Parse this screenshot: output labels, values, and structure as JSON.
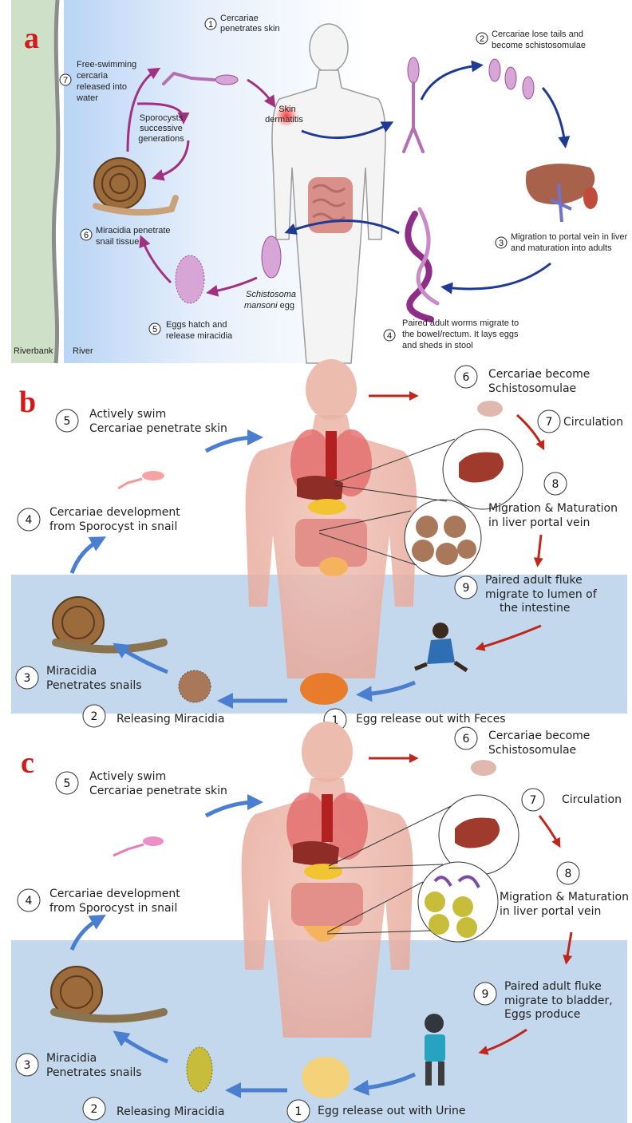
{
  "panel_a": {
    "label": "a",
    "riverbank": "Riverbank",
    "river": "River",
    "skin_label": "Skin",
    "dermatitis_label": "dermatitis",
    "sporocyst_1": "Sporocysts",
    "sporocyst_2": "successive",
    "sporocyst_3": "generations",
    "egg_label_italic_1": "Schistosoma",
    "egg_label_italic_2": "mansoni",
    "egg_label_rest": " egg",
    "steps": [
      {
        "n": "1",
        "l1": "Cercariae",
        "l2": "penetrates skin",
        "l3": ""
      },
      {
        "n": "2",
        "l1": "Cercariae lose tails and",
        "l2": "become schistosomulae",
        "l3": ""
      },
      {
        "n": "3",
        "l1": "Migration to portal vein in liver",
        "l2": "and maturation into adults",
        "l3": ""
      },
      {
        "n": "4",
        "l1": "Paired adult worms migrate to",
        "l2": "the bowel/rectum. It lays eggs",
        "l3": "and sheds in stool"
      },
      {
        "n": "5",
        "l1": "Eggs hatch and",
        "l2": "release miracidia",
        "l3": ""
      },
      {
        "n": "6",
        "l1": "Miracidia penetrate",
        "l2": "snail tissue",
        "l3": ""
      },
      {
        "n": "7",
        "l1": "Free-swimming",
        "l2": "cercaria",
        "l3": "released into"
      }
    ],
    "step7_l4": "water"
  },
  "panel_b": {
    "label": "b",
    "steps": [
      {
        "n": "1",
        "l1": "Egg release out with Feces",
        "l2": ""
      },
      {
        "n": "2",
        "l1": "Releasing Miracidia",
        "l2": ""
      },
      {
        "n": "3",
        "l1": "Miracidia",
        "l2": "Penetrates snails"
      },
      {
        "n": "4",
        "l1": "Cercariae development",
        "l2": "from Sporocyst in snail"
      },
      {
        "n": "5",
        "l1": "Actively swim",
        "l2": "Cercariae penetrate skin"
      },
      {
        "n": "6",
        "l1": "Cercariae  become",
        "l2": "Schistosomulae"
      },
      {
        "n": "7",
        "l1": "Circulation",
        "l2": ""
      },
      {
        "n": "8",
        "l1": "Migration & Maturation",
        "l2": "in liver portal vein"
      },
      {
        "n": "9",
        "l1": "Paired adult fluke",
        "l2": "migrate to lumen of",
        "l3": "the intestine"
      }
    ]
  },
  "panel_c": {
    "label": "c",
    "steps": [
      {
        "n": "1",
        "l1": "Egg release out with Urine",
        "l2": ""
      },
      {
        "n": "2",
        "l1": "Releasing Miracidia",
        "l2": ""
      },
      {
        "n": "3",
        "l1": "Miracidia",
        "l2": "Penetrates snails"
      },
      {
        "n": "4",
        "l1": "Cercariae development",
        "l2": "from Sporocyst in snail"
      },
      {
        "n": "5",
        "l1": "Actively swim",
        "l2": "Cercariae penetrate skin"
      },
      {
        "n": "6",
        "l1": "Cercariae  become",
        "l2": "Schistosomulae"
      },
      {
        "n": "7",
        "l1": "Circulation",
        "l2": ""
      },
      {
        "n": "8",
        "l1": "Migration & Maturation",
        "l2": "in liver portal vein"
      },
      {
        "n": "9",
        "l1": "Paired adult fluke",
        "l2": "migrate to bladder,",
        "l3": "Eggs produce"
      }
    ]
  },
  "colors": {
    "panel_label": "#d21a1a",
    "arrow_blue_a": "#1f3a93",
    "arrow_magenta": "#a1307e",
    "arrow_blue_bc": "#4a7fd0",
    "arrow_red": "#c0271c",
    "water_bc": "#c3d8ec",
    "riverbank": "#cfe0c8"
  }
}
